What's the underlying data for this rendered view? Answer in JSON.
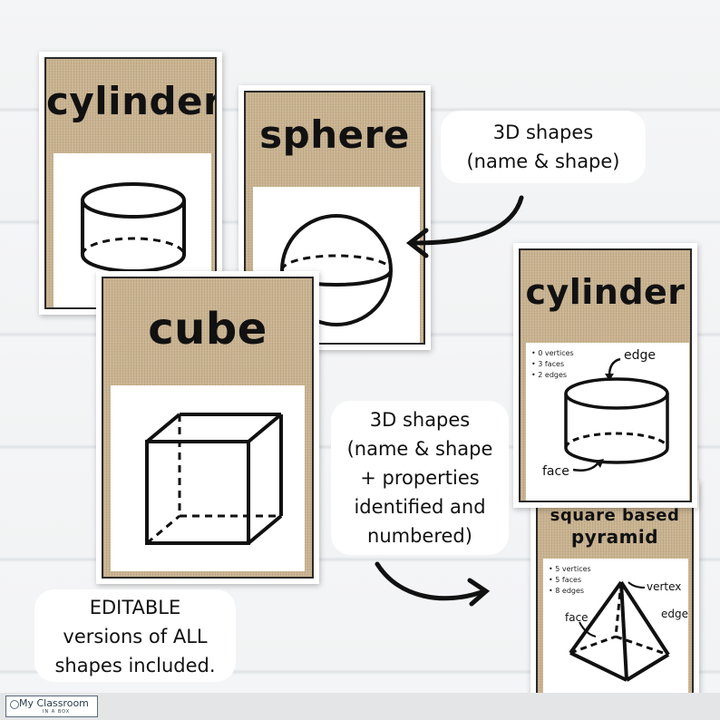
{
  "cards": {
    "cylinder_back": {
      "title": "cylinder"
    },
    "sphere": {
      "title": "sphere"
    },
    "cube": {
      "title": "cube"
    },
    "cylinder_props": {
      "title": "cylinder",
      "properties": [
        "0 vertices",
        "3 faces",
        "2 edges"
      ],
      "labels": {
        "edge": "edge",
        "face": "face"
      }
    },
    "pyramid": {
      "title_partial": "square based",
      "title": "pyramid",
      "properties": [
        "5 vertices",
        "5 faces",
        "8 edges"
      ],
      "labels": {
        "vertex": "vertex",
        "edge": "edge",
        "face": "face"
      }
    }
  },
  "callouts": {
    "top": [
      "3D shapes",
      "(name & shape)"
    ],
    "middle": [
      "3D shapes",
      "(name & shape",
      "+ properties",
      "identified and",
      "numbered)"
    ],
    "bottom": [
      "EDITABLE",
      "versions of ALL",
      "shapes included."
    ]
  },
  "logo": {
    "line1": "My Classroom",
    "line2": "IN A BOX",
    "accent": "#5b6b7c"
  },
  "colors": {
    "burlap": "#c9b391",
    "ink": "#111111",
    "background": "#f3f4f5"
  }
}
